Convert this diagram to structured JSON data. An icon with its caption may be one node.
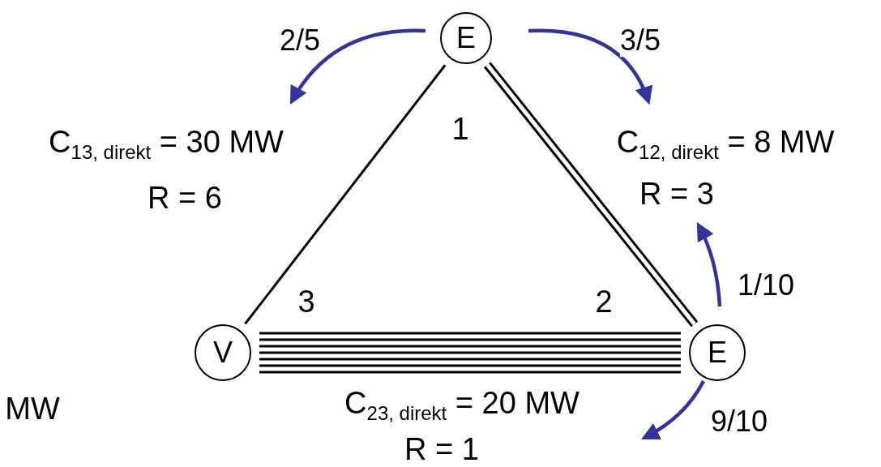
{
  "diagram": {
    "nodes": [
      {
        "text": [
          "E"
        ]
      },
      {
        "text": [
          "V"
        ]
      },
      {
        "text": [
          "E"
        ]
      }
    ],
    "edges": [
      {
        "from": 0,
        "to": 1,
        "arrow": "none",
        "color": "#000000"
      },
      {
        "from": 0,
        "to": 2,
        "arrow": "none",
        "style": "thick",
        "color": "#000000"
      },
      {
        "from": 1,
        "to": 2,
        "arrow": "none",
        "style": "thick",
        "color": "#000000"
      },
      {
        "from": 0,
        "to": null,
        "arrow": "to",
        "label": "2/5"
      },
      {
        "from": 0,
        "to": null,
        "arrow": "to",
        "label": "3/5"
      },
      {
        "from": 2,
        "to": null,
        "arrow": "to",
        "label": "1/10"
      },
      {
        "from": 2,
        "to": null,
        "arrow": "to",
        "label": "9/10"
      }
    ],
    "labels": [
      "C$_{13, direkt}$ = 30 MW",
      "R = 6",
      "1",
      "C$_{12, direkt}$ = 8 MW",
      "R = 3",
      "3",
      "2",
      "MW",
      "C$_{23, direkt}$ = 20 MW",
      "R = 1"
    ]
  }
}
